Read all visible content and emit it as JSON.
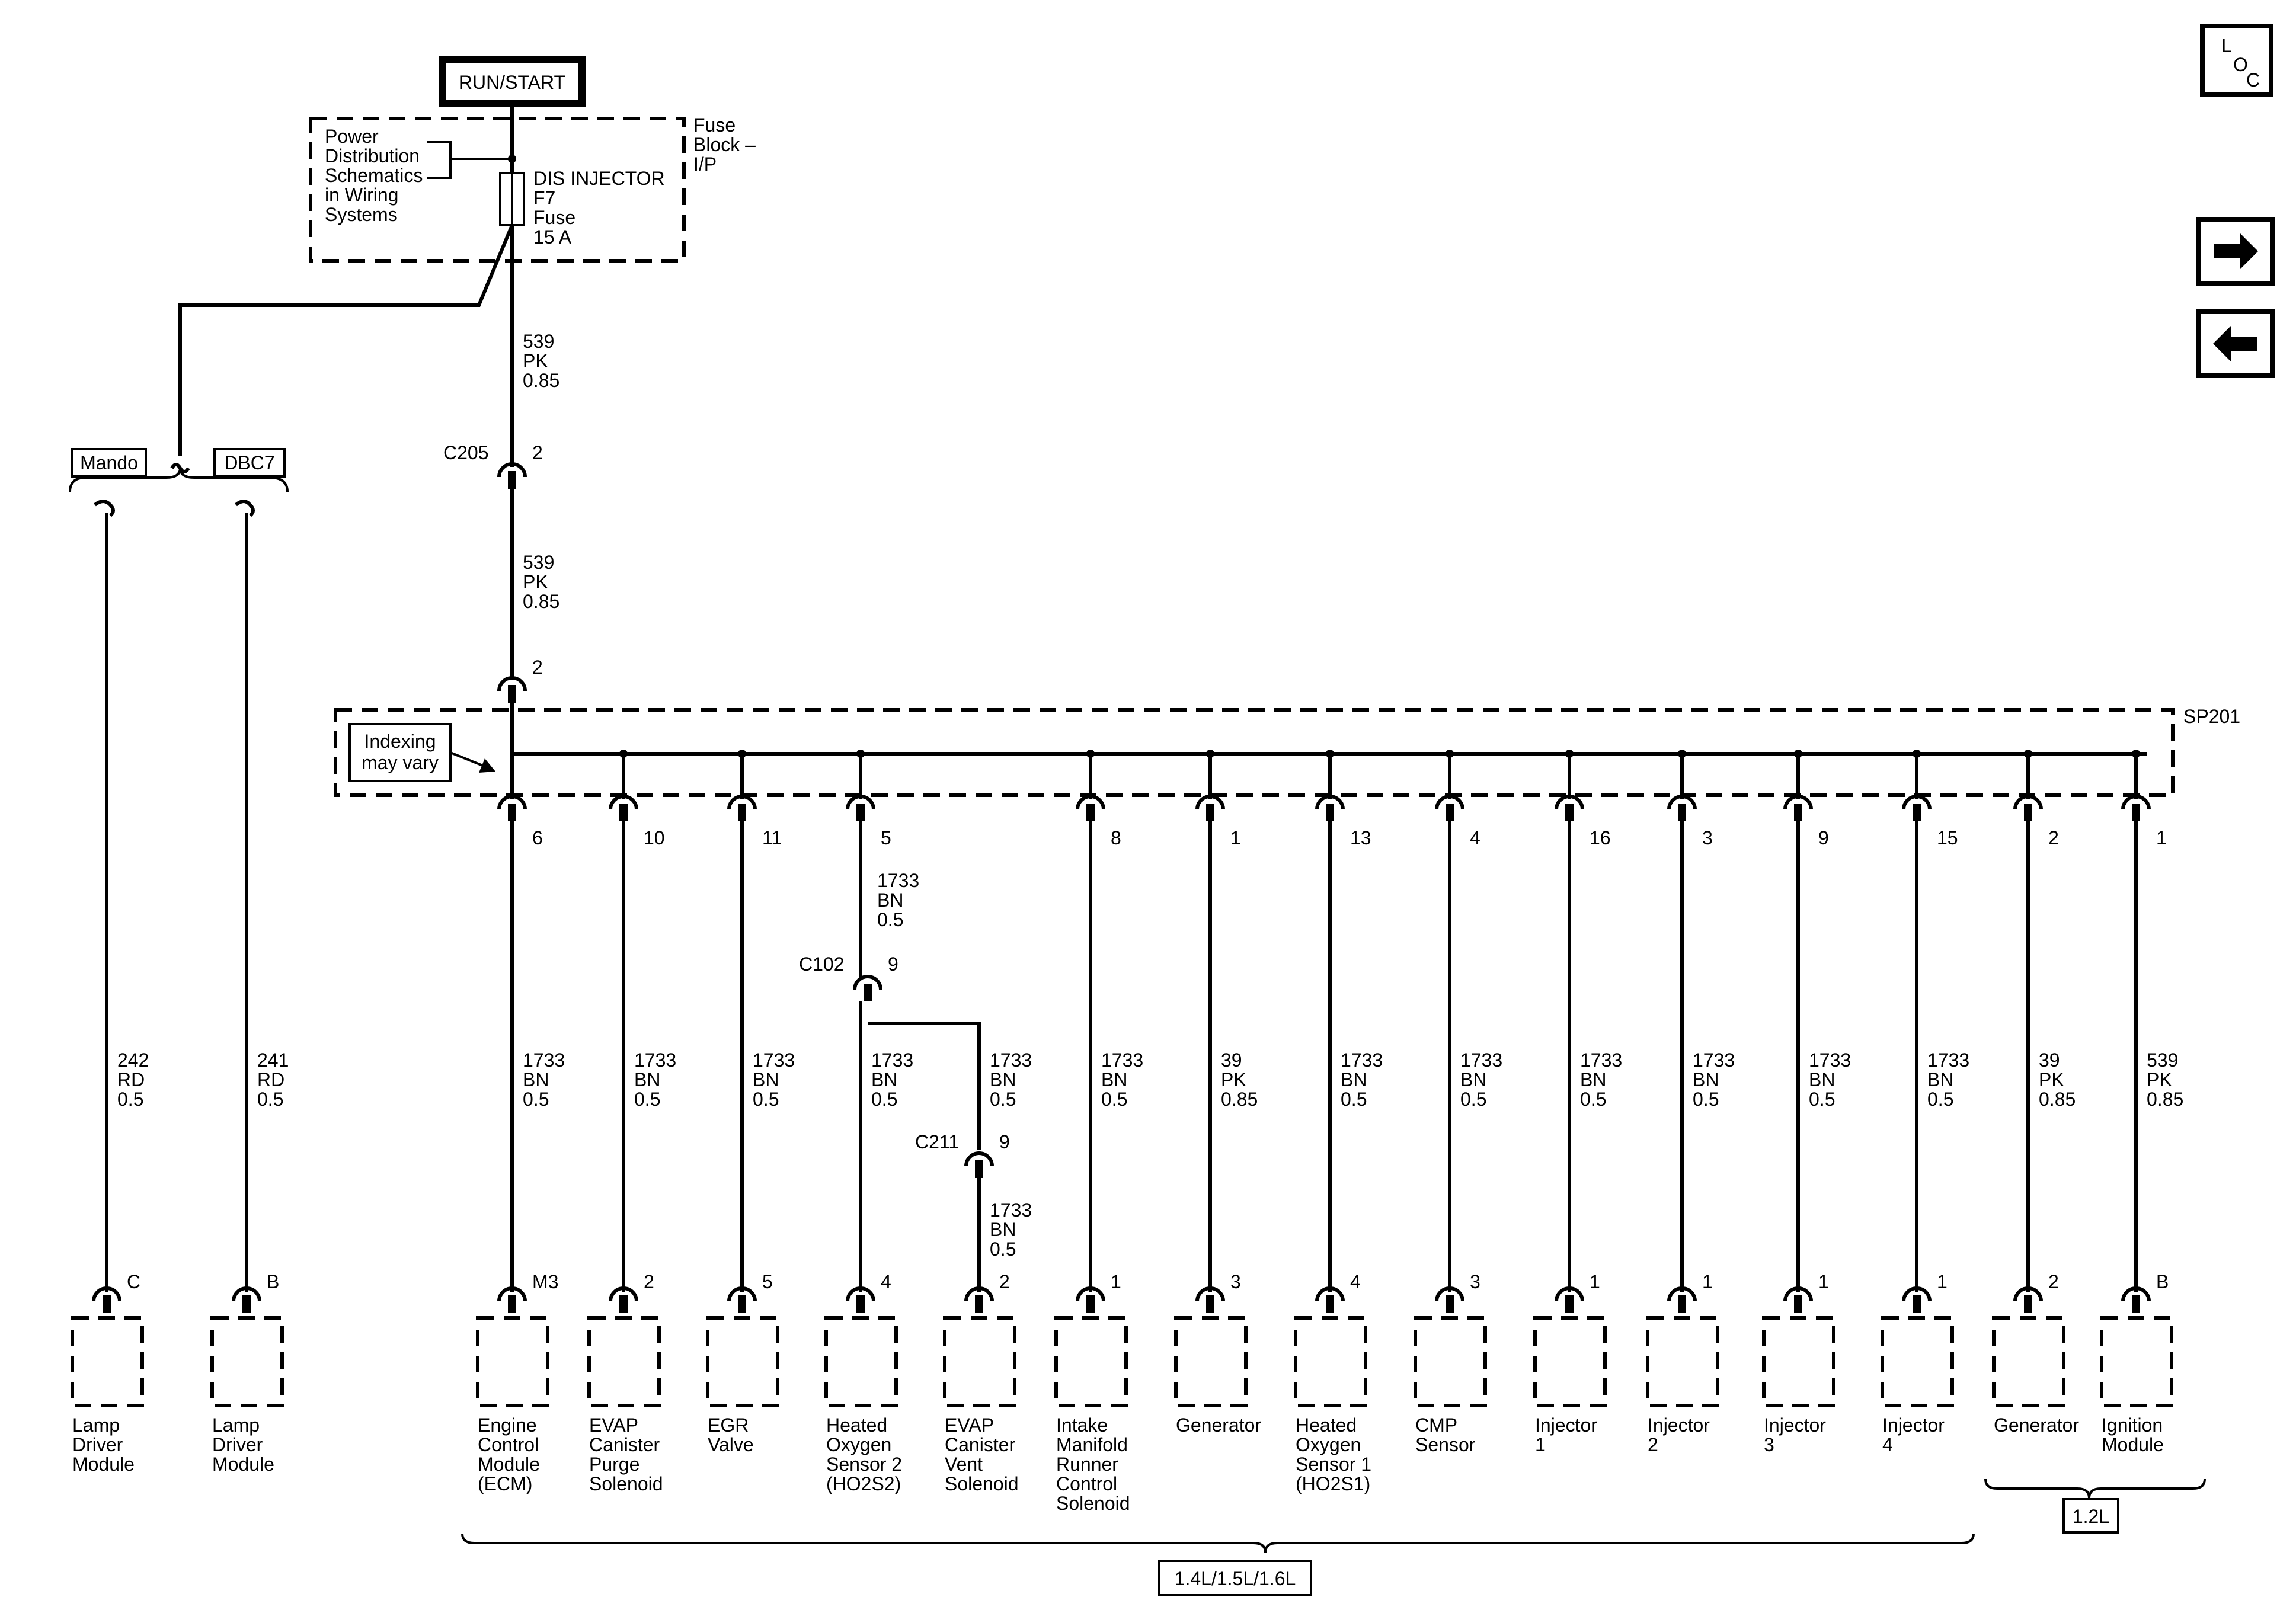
{
  "supply": {
    "run_start": "RUN/START",
    "power_dist": [
      "Power",
      "Distribution",
      "Schematics",
      "in Wiring",
      "Systems"
    ],
    "fuse_block": [
      "Fuse",
      "Block –",
      "I/P"
    ],
    "fuse": [
      "DIS INJECTOR",
      "F7",
      "Fuse",
      "15 A"
    ]
  },
  "wire_main_1": [
    "539",
    "PK",
    "0.85"
  ],
  "wire_main_2": [
    "539",
    "PK",
    "0.85"
  ],
  "c205": {
    "name": "C205",
    "pin": "2"
  },
  "c205_bottom_pin": "2",
  "options": {
    "mando": "Mando",
    "dbc7": "DBC7"
  },
  "splice": {
    "name": "SP201",
    "note": [
      "Indexing",
      "may vary"
    ]
  },
  "left_circuits": [
    {
      "wire": [
        "242",
        "RD",
        "0.5"
      ],
      "pin": "C",
      "component": [
        "Lamp",
        "Driver",
        "Module"
      ]
    },
    {
      "wire": [
        "241",
        "RD",
        "0.5"
      ],
      "pin": "B",
      "component": [
        "Lamp",
        "Driver",
        "Module"
      ]
    }
  ],
  "branches": [
    {
      "splice_pin": "6",
      "wire": [
        "1733",
        "BN",
        "0.5"
      ],
      "pin": "M3",
      "component": [
        "Engine",
        "Control",
        "Module",
        "(ECM)"
      ]
    },
    {
      "splice_pin": "10",
      "wire": [
        "1733",
        "BN",
        "0.5"
      ],
      "pin": "2",
      "component": [
        "EVAP",
        "Canister",
        "Purge",
        "Solenoid"
      ]
    },
    {
      "splice_pin": "11",
      "wire": [
        "1733",
        "BN",
        "0.5"
      ],
      "pin": "5",
      "component": [
        "EGR",
        "Valve"
      ]
    },
    {
      "splice_pin": "5",
      "wire": [
        "1733",
        "BN",
        "0.5"
      ],
      "pin": "4",
      "component": [
        "Heated",
        "Oxygen",
        "Sensor 2",
        "(HO2S2)"
      ]
    },
    {
      "splice_pin": "",
      "wire": [
        "1733",
        "BN",
        "0.5"
      ],
      "pin": "2",
      "component": [
        "EVAP",
        "Canister",
        "Vent",
        "Solenoid"
      ]
    },
    {
      "splice_pin": "8",
      "wire": [
        "1733",
        "BN",
        "0.5"
      ],
      "pin": "1",
      "component": [
        "Intake",
        "Manifold",
        "Runner",
        "Control",
        "Solenoid"
      ]
    },
    {
      "splice_pin": "1",
      "wire": [
        "39",
        "PK",
        "0.85"
      ],
      "pin": "3",
      "component": [
        "Generator"
      ]
    },
    {
      "splice_pin": "13",
      "wire": [
        "1733",
        "BN",
        "0.5"
      ],
      "pin": "4",
      "component": [
        "Heated",
        "Oxygen",
        "Sensor 1",
        "(HO2S1)"
      ]
    },
    {
      "splice_pin": "4",
      "wire": [
        "1733",
        "BN",
        "0.5"
      ],
      "pin": "3",
      "component": [
        "CMP",
        "Sensor"
      ]
    },
    {
      "splice_pin": "16",
      "wire": [
        "1733",
        "BN",
        "0.5"
      ],
      "pin": "1",
      "component": [
        "Injector",
        "1"
      ]
    },
    {
      "splice_pin": "3",
      "wire": [
        "1733",
        "BN",
        "0.5"
      ],
      "pin": "1",
      "component": [
        "Injector",
        "2"
      ]
    },
    {
      "splice_pin": "9",
      "wire": [
        "1733",
        "BN",
        "0.5"
      ],
      "pin": "1",
      "component": [
        "Injector",
        "3"
      ]
    },
    {
      "splice_pin": "15",
      "wire": [
        "1733",
        "BN",
        "0.5"
      ],
      "pin": "1",
      "component": [
        "Injector",
        "4"
      ]
    },
    {
      "splice_pin": "2",
      "wire": [
        "39",
        "PK",
        "0.85"
      ],
      "pin": "2",
      "component": [
        "Generator"
      ]
    },
    {
      "splice_pin": "1",
      "wire": [
        "539",
        "PK",
        "0.85"
      ],
      "pin": "B",
      "component": [
        "Ignition",
        "Module"
      ]
    }
  ],
  "hos2_branch": {
    "wire_top": [
      "1733",
      "BN",
      "0.5"
    ],
    "c102": {
      "name": "C102",
      "pin": "9"
    },
    "c211": {
      "name": "C211",
      "pin": "9"
    },
    "wire_c211": [
      "1733",
      "BN",
      "0.5"
    ]
  },
  "engines": {
    "group_a": "1.4L/1.5L/1.6L",
    "group_b": "1.2L"
  },
  "nav": {
    "loc": [
      "L",
      "O",
      "C"
    ],
    "next_icon": "arrow-right-icon",
    "prev_icon": "arrow-left-icon"
  }
}
